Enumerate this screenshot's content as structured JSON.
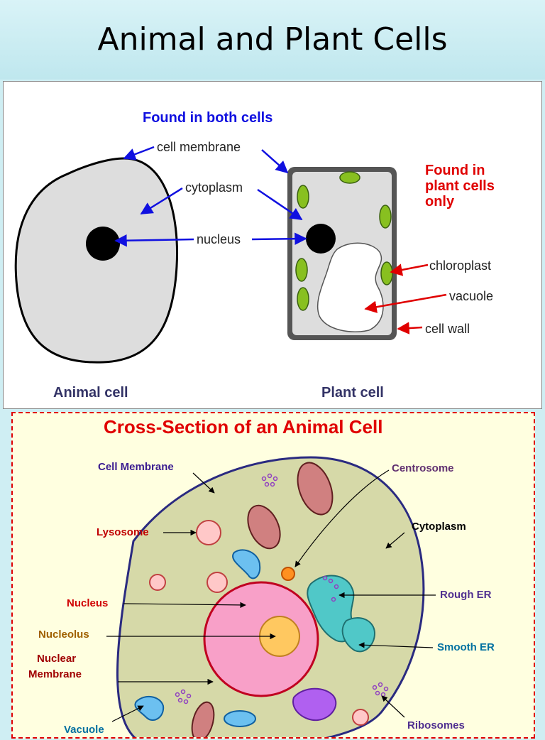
{
  "slide": {
    "title": "Animal and Plant Cells"
  },
  "diagram1": {
    "both_heading": "Found in both cells",
    "plant_only_heading": [
      "Found in",
      "plant cells",
      "only"
    ],
    "labels": {
      "cell_membrane": "cell membrane",
      "cytoplasm": "cytoplasm",
      "nucleus": "nucleus",
      "chloroplast": "chloroplast",
      "vacuole": "vacuole",
      "cell_wall": "cell wall"
    },
    "captions": {
      "animal": "Animal cell",
      "plant": "Plant cell"
    },
    "colors": {
      "blue": "#1010e0",
      "red": "#e00000",
      "cell_fill": "#dddddd",
      "chloroplast": "#88c020"
    }
  },
  "diagram2": {
    "title": "Cross-Section of an Animal Cell",
    "labels": {
      "cell_membrane": "Cell Membrane",
      "lysosome": "Lysosome",
      "nucleus": "Nucleus",
      "nucleolus": "Nucleolus",
      "nuclear_membrane": [
        "Nuclear",
        "Membrane"
      ],
      "vacuole": "Vacuole",
      "centrosome": "Centrosome",
      "cytoplasm": "Cytoplasm",
      "rough_er": "Rough ER",
      "smooth_er": "Smooth ER",
      "ribosomes": "Ribosomes"
    },
    "colors": {
      "title": "#e00000",
      "cell": "#d6d9a8",
      "nucleus": "#f8a0c8",
      "nucleolus": "#ffc860",
      "purple": "#5020a0",
      "red_label": "#c00000",
      "gold": "#a06000",
      "teal": "#0070a0"
    }
  }
}
